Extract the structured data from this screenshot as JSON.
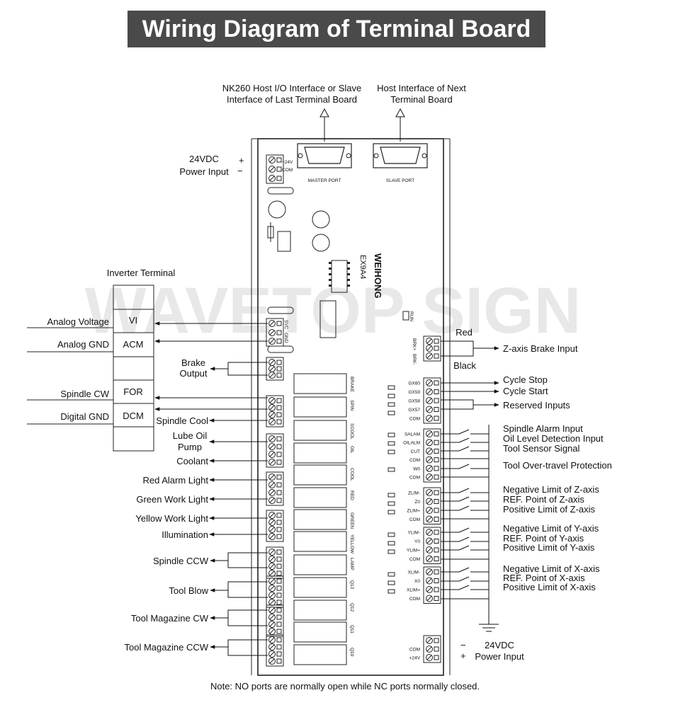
{
  "title": "Wiring Diagram of Terminal Board",
  "watermark": "WAVETOP SIGN",
  "board": {
    "model": "EX9A4",
    "brand": "WEIHONG",
    "master_port": "MASTER PORT",
    "slave_port": "SLAVE PORT",
    "run_led": "RUN"
  },
  "top": {
    "host_interface_line1": "NK260 Host I/O Interface or Slave",
    "host_interface_line2": "Interface of Last Terminal Board",
    "next_interface_line1": "Host Interface of Next",
    "next_interface_line2": "Terminal Board",
    "power_24vdc": "24VDC",
    "power_input": "Power Input",
    "plus": "+",
    "minus": "−",
    "pin_24v": "+24V",
    "pin_com": "COM"
  },
  "inverter": {
    "title": "Inverter Terminal",
    "cells": [
      "VI",
      "ACM",
      "",
      "FOR",
      "DCM",
      ""
    ],
    "signal_analog_voltage": "Analog Voltage",
    "signal_analog_gnd": "Analog GND",
    "signal_spindle_cw": "Spindle CW",
    "signal_digital_gnd": "Digital GND",
    "pin_svc": "SVC",
    "pin_gnd": "GND"
  },
  "left_outputs": {
    "brake_output_1": "Brake",
    "brake_output_2": "Output",
    "spindle_cool": "Spindle Cool",
    "lube_oil_1": "Lube Oil",
    "lube_oil_2": "Pump",
    "coolant": "Coolant",
    "red_alarm": "Red Alarm Light",
    "green_work": "Green Work Light",
    "yellow_work": "Yellow Work Light",
    "illumination": "Illumination",
    "spindle_ccw": "Spindle CCW",
    "tool_blow": "Tool Blow",
    "tool_mag_cw": "Tool Magazine CW",
    "tool_mag_ccw": "Tool Magazine CCW"
  },
  "relays": [
    "BRAKE",
    "SPIN",
    "SCOOL",
    "OIL",
    "COOL",
    "RED",
    "GREEN",
    "YELLOW",
    "LAMP",
    "Q13",
    "Q12",
    "Q11",
    "Q10"
  ],
  "right": {
    "red": "Red",
    "black": "Black",
    "z_brake": "Z-axis Brake Input",
    "brk_plus": "BRK+",
    "brk_minus": "BRK-",
    "cycle_stop": "Cycle Stop",
    "cycle_start": "Cycle Start",
    "reserved_inputs": "Reserved Inputs",
    "spindle_alarm": "Spindle Alarm Input",
    "oil_level": "Oil Level Detection Input",
    "tool_sensor": "Tool Sensor Signal",
    "tool_overtravel": "Tool Over-travel Protection",
    "neg_z": "Negative Limit of Z-axis",
    "ref_z": "REF. Point of Z-axis",
    "pos_z": "Positive Limit of Z-axis",
    "neg_y": "Negative Limit of Y-axis",
    "ref_y": "REF. Point of Y-axis",
    "pos_y": "Positive Limit of Y-axis",
    "neg_x": "Negative Limit of X-axis",
    "ref_x": "REF. Point of X-axis",
    "pos_x": "Positive Limit of X-axis",
    "power_24vdc": "24VDC",
    "power_input": "Power Input",
    "minus": "−",
    "plus": "+",
    "pins_gx": [
      "GX60",
      "GX59",
      "GX58",
      "GX57",
      "COM"
    ],
    "pins_alarm": [
      "SALAM",
      "OILALM",
      "CUT",
      "COM",
      "W0",
      "COM"
    ],
    "pins_z": [
      "ZLIM-",
      "Z0",
      "ZLIM+",
      "COM"
    ],
    "pins_y": [
      "YLIM-",
      "Y0",
      "YLIM+",
      "COM"
    ],
    "pins_x": [
      "XLIM-",
      "X0",
      "XLIM+",
      "COM"
    ],
    "pins_pwr": [
      "COM",
      "+24V"
    ]
  },
  "note": "Note: NO ports are normally open while NC ports normally closed."
}
